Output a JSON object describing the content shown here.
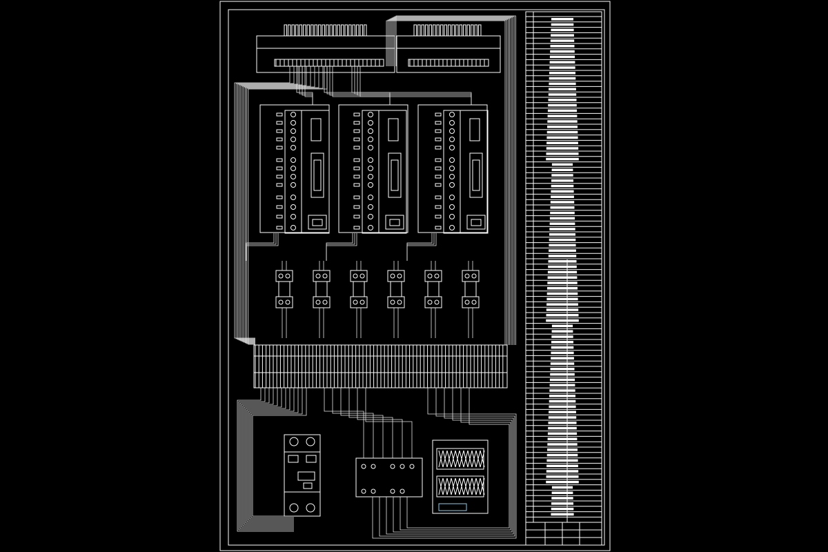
{
  "drawing": {
    "colors": {
      "background": "#000000",
      "line": "#ffffff",
      "text": "#ffffff"
    },
    "sections": [
      "connector-header",
      "servo-drives",
      "relay-modules",
      "terminal-block",
      "circuit-breaker",
      "filter-module",
      "power-supply",
      "parts-table",
      "title-block"
    ]
  },
  "chart_data": {
    "type": "diagram",
    "nodes": [
      {
        "id": "connector-header"
      },
      {
        "id": "servo-drive-1"
      },
      {
        "id": "servo-drive-2"
      },
      {
        "id": "servo-drive-3"
      },
      {
        "id": "relay-1"
      },
      {
        "id": "relay-2"
      },
      {
        "id": "relay-3"
      },
      {
        "id": "relay-4"
      },
      {
        "id": "relay-5"
      },
      {
        "id": "relay-6"
      },
      {
        "id": "terminal-block"
      },
      {
        "id": "circuit-breaker"
      },
      {
        "id": "filter-module"
      },
      {
        "id": "power-supply"
      }
    ],
    "edges": [
      {
        "from": "connector-header",
        "to": "servo-drive-1"
      },
      {
        "from": "connector-header",
        "to": "servo-drive-2"
      },
      {
        "from": "connector-header",
        "to": "servo-drive-3"
      },
      {
        "from": "servo-drive-1",
        "to": "terminal-block"
      },
      {
        "from": "servo-drive-2",
        "to": "terminal-block"
      },
      {
        "from": "servo-drive-3",
        "to": "terminal-block"
      },
      {
        "from": "relay-1",
        "to": "terminal-block"
      },
      {
        "from": "relay-2",
        "to": "terminal-block"
      },
      {
        "from": "relay-3",
        "to": "terminal-block"
      },
      {
        "from": "relay-4",
        "to": "terminal-block"
      },
      {
        "from": "relay-5",
        "to": "terminal-block"
      },
      {
        "from": "relay-6",
        "to": "terminal-block"
      },
      {
        "from": "terminal-block",
        "to": "circuit-breaker"
      },
      {
        "from": "terminal-block",
        "to": "filter-module"
      },
      {
        "from": "terminal-block",
        "to": "power-supply"
      }
    ]
  }
}
